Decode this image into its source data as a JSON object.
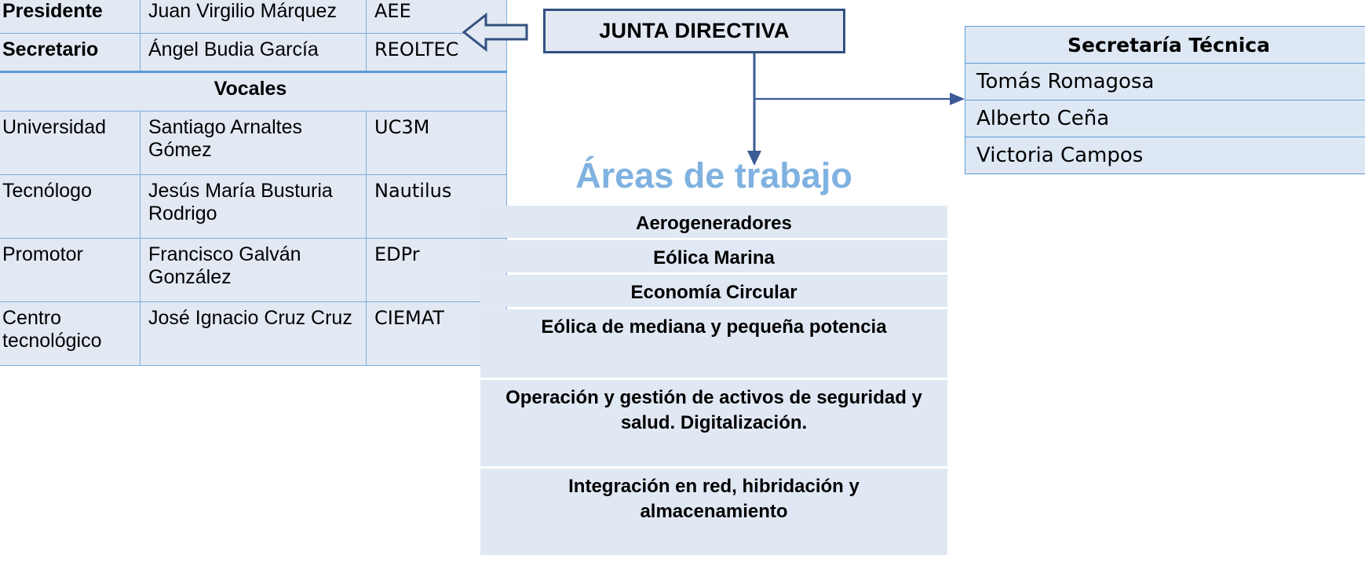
{
  "board_table": {
    "name": "junta-directiva-members-table",
    "rows": [
      {
        "role": "Presidente",
        "role_bold": true,
        "name": "Juan Virgilio Márquez",
        "org": "AEE"
      },
      {
        "role": "Secretario",
        "role_bold": true,
        "name": "Ángel Budia García",
        "org": "REOLTEC"
      }
    ],
    "section_header": "Vocales",
    "vocales": [
      {
        "role": "Universidad",
        "name": " Santiago Arnaltes Gómez",
        "org": "UC3M"
      },
      {
        "role": "Tecnólogo",
        "name": "Jesús María Busturia Rodrigo",
        "org": "Nautilus"
      },
      {
        "role": "Promotor",
        "name": "Francisco Galván González",
        "org": "EDPr"
      },
      {
        "role": "Centro tecnológico",
        "name": "José Ignacio Cruz Cruz",
        "org": "CIEMAT"
      }
    ]
  },
  "junta": {
    "title": "JUNTA DIRECTIVA"
  },
  "secretaria": {
    "header": "Secretaría Técnica",
    "members": [
      "Tomás Romagosa",
      "Alberto Ceña",
      "Victoria Campos"
    ]
  },
  "areas": {
    "title": "Áreas de trabajo",
    "items": [
      "Aerogeneradores",
      "Eólica Marina",
      "Economía Circular",
      "Eólica de mediana y pequeña potencia",
      "Operación y gestión de activos de seguridad y salud. Digitalización.",
      "Integración en red, hibridación y almacenamiento"
    ]
  },
  "colors": {
    "cell_fill": "#e2e9f3",
    "cell_border": "#7aacdc",
    "box_border": "#33507f",
    "connector": "#3c5a96",
    "areas_title": "#7fb2e0",
    "areas_fill": "#e0e8f4"
  }
}
